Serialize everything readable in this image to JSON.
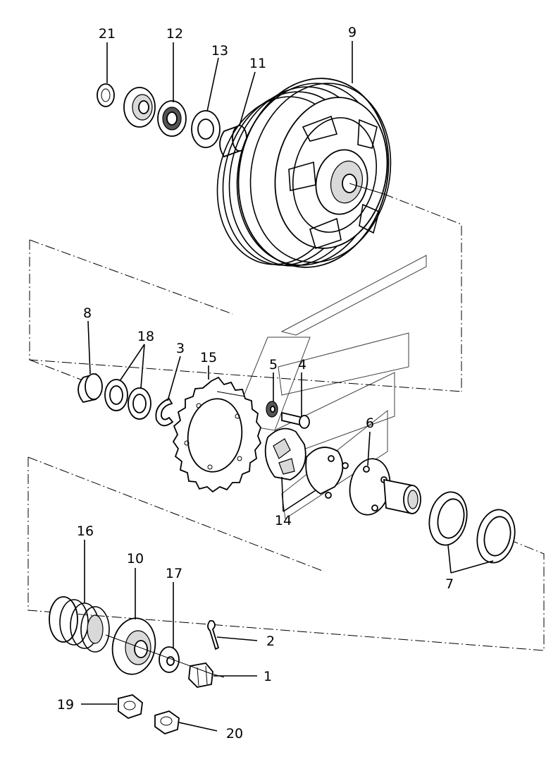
{
  "diagram": {
    "labels": {
      "p1": "1",
      "p2": "2",
      "p3": "3",
      "p4": "4",
      "p5": "5",
      "p6": "6",
      "p7": "7",
      "p8": "8",
      "p9": "9",
      "p10": "10",
      "p11": "11",
      "p12": "12",
      "p13": "13",
      "p14": "14",
      "p15": "15",
      "p16": "16",
      "p17": "17",
      "p18": "18",
      "p19": "19",
      "p20": "20",
      "p21": "21"
    }
  }
}
